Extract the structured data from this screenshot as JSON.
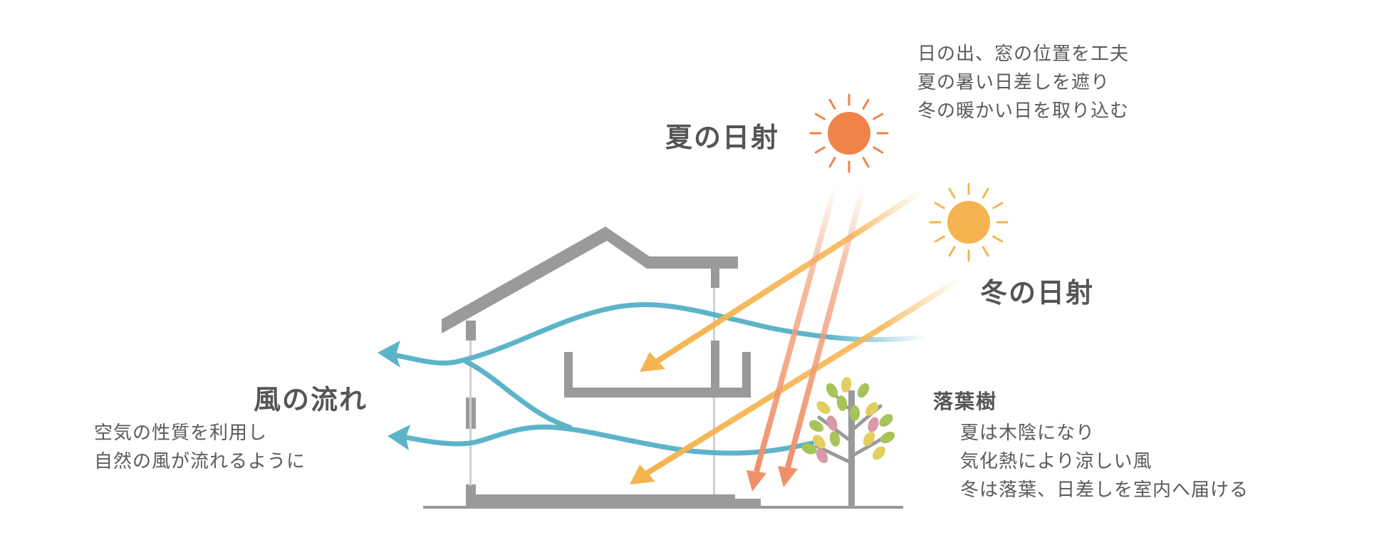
{
  "summer_sun": {
    "label": "夏の日射",
    "color": "#f0834a"
  },
  "winter_sun": {
    "label": "冬の日射",
    "color": "#f5b44f"
  },
  "sun_note": {
    "lines": [
      "日の出、窓の位置を工夫",
      "夏の暑い日差しを遮り",
      "冬の暖かい日を取り込む"
    ]
  },
  "wind": {
    "label": "風の流れ",
    "lines": [
      "空気の性質を利用し",
      "自然の風が流れるように"
    ],
    "color": "#5db4c9"
  },
  "tree": {
    "label": "落葉樹",
    "lines": [
      "夏は木陰になり",
      "気化熱により涼しい風",
      "冬は落葉、日差しを室内へ届ける"
    ]
  },
  "colors": {
    "house": "#9a9a9a",
    "text": "#5a5a5a",
    "leaf_green": "#a6c45a",
    "leaf_yellow": "#e2cf5f",
    "leaf_pink": "#d89aa6"
  }
}
